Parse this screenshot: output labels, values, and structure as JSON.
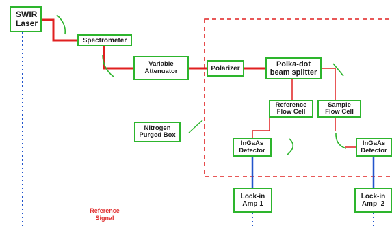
{
  "diagram": {
    "boxes": {
      "swir_laser": [
        "SWIR",
        "Laser"
      ],
      "spectrometer": [
        "Spectrometer"
      ],
      "variable_attenuator": [
        "Variable",
        "Attenuator"
      ],
      "polarizer": [
        "Polarizer"
      ],
      "beam_splitter": [
        "Polka-dot",
        "beam splitter"
      ],
      "reference_flow_cell": [
        "Reference",
        "Flow Cell"
      ],
      "sample_flow_cell": [
        "Sample",
        "Flow Cell"
      ],
      "nitrogen_purged_box": [
        "Nitrogen",
        "Purged Box"
      ],
      "ingaas_detector_1": [
        "InGaAs",
        "Detector"
      ],
      "ingaas_detector_2": [
        "InGaAs",
        "Detector"
      ],
      "lockin_amp_1": [
        "Lock-in",
        "Amp 1"
      ],
      "lockin_amp_2": [
        "Lock-in",
        "Amp  2"
      ]
    },
    "labels": {
      "reference_signal": [
        "Reference",
        "Signal"
      ]
    },
    "colors": {
      "box_border": "#2db52d",
      "optical_path": "#e02020",
      "purge_box_border": "#e02020",
      "mirror": "#2db52d",
      "signal_cable": "#2255cc",
      "signal_dotted": "#2255cc",
      "reference_signal_text": "#e03030"
    }
  }
}
